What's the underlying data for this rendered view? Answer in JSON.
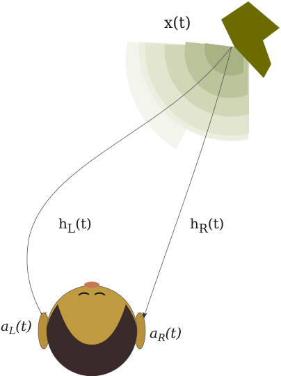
{
  "source_label": "x(t)",
  "path_left": {
    "main": "h",
    "sub": "L",
    "tail": "(t)"
  },
  "path_right": {
    "main": "h",
    "sub": "R",
    "tail": "(t)"
  },
  "ear_left": {
    "main": "a",
    "sub": "L",
    "tail": "(t)"
  },
  "ear_right": {
    "main": "a",
    "sub": "R",
    "tail": "(t)"
  },
  "colors": {
    "speaker": "#6b6b00",
    "wave_inner": "#9aa876",
    "wave_outer": "#eef0e4",
    "head_skin": "#c09a40",
    "hair": "#3a2a2a",
    "nose": "#c57852",
    "ear": "#b8913a"
  }
}
